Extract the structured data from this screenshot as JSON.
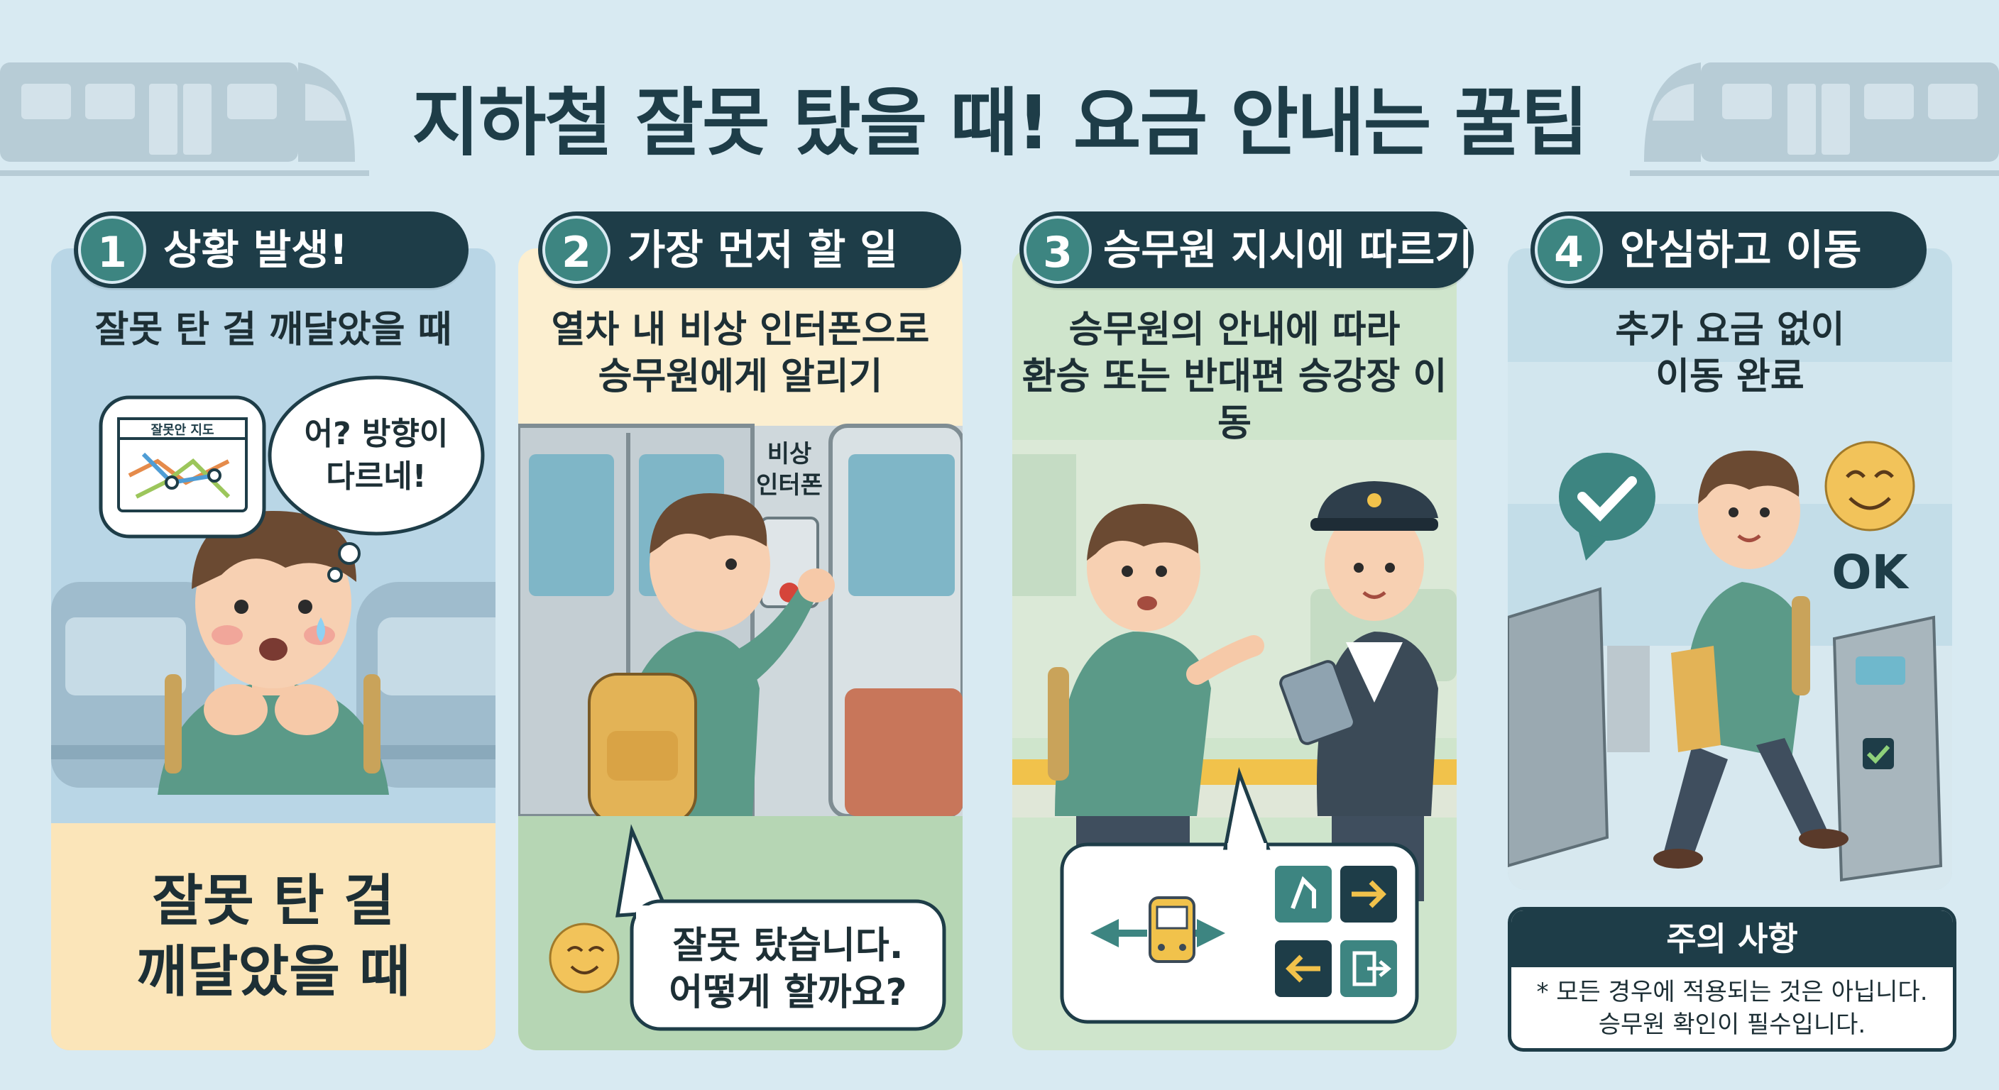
{
  "title": "지하철 잘못 탔을 때! 요금 안내는 꿀팁",
  "steps": [
    {
      "number": "1",
      "heading": "상황 발생!",
      "subtext": "잘못 탄 걸 깨달았을 때",
      "map_label": "잘못안 지도",
      "thought": [
        "어? 방향이",
        "다르네!"
      ],
      "bottom_text": [
        "잘못 탄 걸",
        "깨달았을 때"
      ]
    },
    {
      "number": "2",
      "heading": "가장 먼저 할 일",
      "subtext": [
        "열차 내 비상 인터폰으로",
        "승무원에게 알리기"
      ],
      "intercom_label": [
        "비상",
        "인터폰"
      ],
      "speech": [
        "잘못 탔습니다.",
        "어떻게 할까요?"
      ]
    },
    {
      "number": "3",
      "heading": "승무원 지시에 따르기",
      "subtext": [
        "승무원의 안내에 따라",
        "환승 또는 반대편 승강장 이동"
      ]
    },
    {
      "number": "4",
      "heading": "안심하고 이동",
      "subtext": [
        "추가 요금 없이",
        "이동 완료"
      ],
      "ok_label": "OK"
    }
  ],
  "notice": {
    "title": "주의 사항",
    "lines": [
      "* 모든 경우에 적용되는 것은 아닙니다.",
      "승무원 확인이 필수입니다."
    ]
  },
  "colors": {
    "background": "#d8eaf2",
    "header": "#1e3d48",
    "number_badge": "#3d8581",
    "card1": "#b9d6e6",
    "card2": "#fcefd0",
    "card3": "#cfe5cc",
    "card4": "#c3dde8"
  }
}
